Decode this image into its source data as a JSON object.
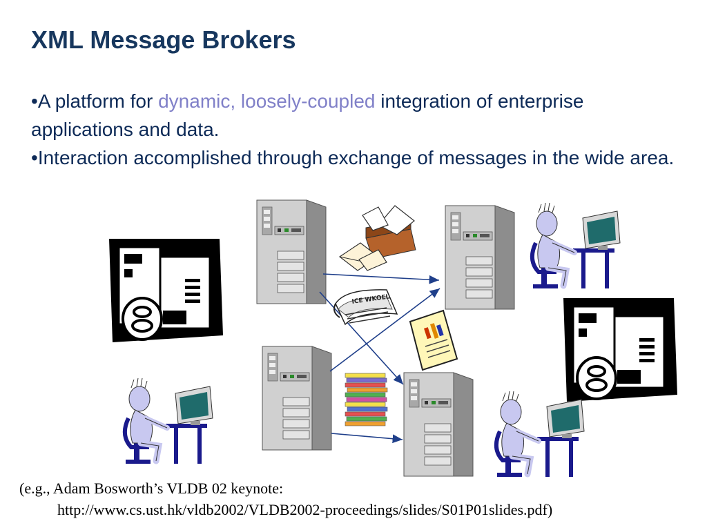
{
  "slide": {
    "title": "XML Message Brokers",
    "bullets": [
      {
        "marker": "•",
        "prefix": "A platform for ",
        "highlight": "dynamic, loosely-coupled",
        "suffix": " integration of enterprise applications and data."
      },
      {
        "marker": "•",
        "text": "Interaction accomplished through exchange of messages in the wide area."
      }
    ],
    "caption": {
      "line1": "(e.g., Adam Bosworth’s VLDB 02 keynote:",
      "line2": "http://www.cs.ust.hk/vldb2002/VLDB2002-proceedings/slides/S01P01slides.pdf)"
    },
    "newspaper_masthead": "ICE WKOEL"
  },
  "colors": {
    "title": "#17375e",
    "body_text": "#0d2a57",
    "highlight": "#8080c8",
    "arrow": "#1f3f8a",
    "server_gray": "#c4c4c4",
    "person_fill": "#c8c8f0",
    "monitor_screen": "#1f6b6b",
    "chair": "#1a1a8c",
    "box_brown": "#b5622b"
  },
  "icons": {
    "database": "database-server-icon",
    "server": "tower-server-icon",
    "user": "user-at-computer-icon",
    "envelope": "envelope-box-icon",
    "newspaper": "newspaper-icon",
    "report": "chart-document-icon",
    "stack": "paper-stack-icon"
  }
}
